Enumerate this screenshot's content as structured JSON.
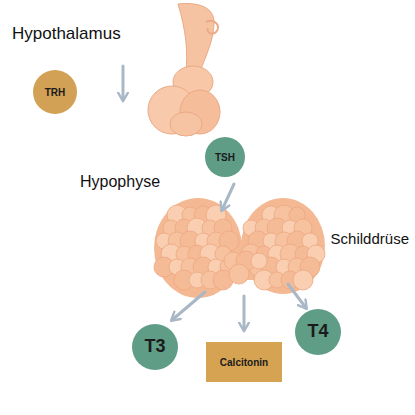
{
  "diagram": {
    "nodes": [
      {
        "text": [
          "TRH"
        ]
      },
      {
        "text": [
          "TSH"
        ]
      },
      {
        "text": [
          "T3"
        ]
      },
      {
        "text": [
          "Calcitonin"
        ]
      },
      {
        "text": [
          "T4"
        ]
      }
    ],
    "labels": [
      "Hypothalamus",
      "Hypophyse",
      "Schilddrüse"
    ]
  }
}
